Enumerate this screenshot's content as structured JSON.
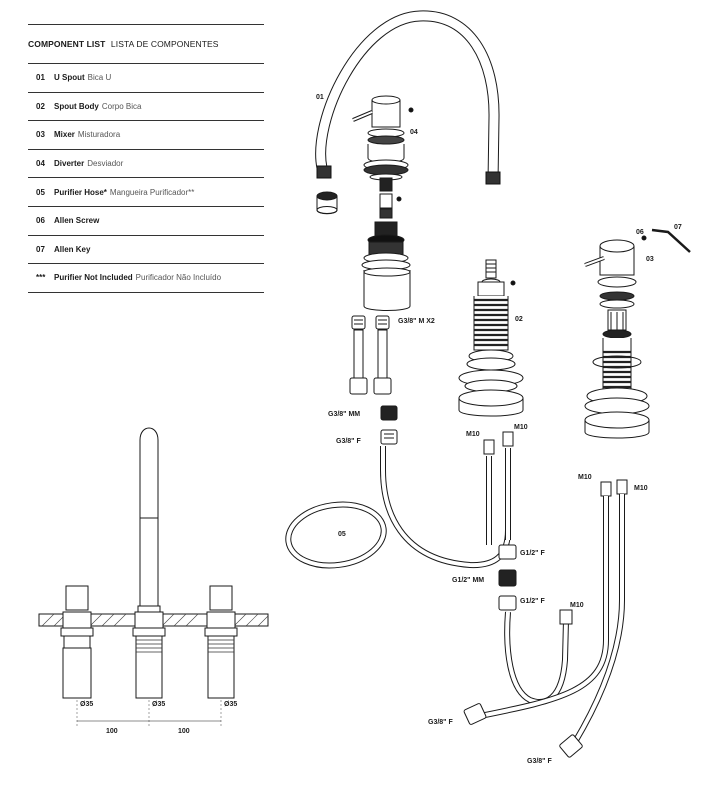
{
  "component_list": {
    "title": "COMPONENT LIST",
    "title_pt": "LISTA DE COMPONENTES",
    "items": [
      {
        "num": "01",
        "en": "U Spout",
        "pt": "Bica U"
      },
      {
        "num": "02",
        "en": "Spout Body",
        "pt": "Corpo Bica"
      },
      {
        "num": "03",
        "en": "Mixer",
        "pt": "Misturadora"
      },
      {
        "num": "04",
        "en": "Diverter",
        "pt": "Desviador"
      },
      {
        "num": "05",
        "en": "Purifier Hose*",
        "pt": "Mangueira Purificador**"
      },
      {
        "num": "06",
        "en": "Allen Screw",
        "pt": ""
      },
      {
        "num": "07",
        "en": "Allen Key",
        "pt": ""
      },
      {
        "num": "***",
        "en": "Purifier Not Included",
        "pt": "Purificador Não Incluído"
      }
    ]
  },
  "callouts": {
    "c01": "01",
    "c02": "02",
    "c03": "03",
    "c04": "04",
    "c05": "05",
    "c06": "06",
    "c07": "07"
  },
  "fittings": {
    "g38_mx2": "G3/8\" M X2",
    "g38_mm": "G3/8\" MM",
    "g38_f": "G3/8\" F",
    "m10_a": "M10",
    "m10_b": "M10",
    "m10_c": "M10",
    "m10_d": "M10",
    "m10_e": "M10",
    "g12_f_a": "G1/2\" F",
    "g12_mm": "G1/2\" MM",
    "g12_f_b": "G1/2\" F",
    "g38_f_b": "G3/8\" F",
    "g38_f_c": "G3/8\" F"
  },
  "dimensions": {
    "d1": "Ø35",
    "d2": "Ø35",
    "d3": "Ø35",
    "spacing1": "100",
    "spacing2": "100"
  }
}
